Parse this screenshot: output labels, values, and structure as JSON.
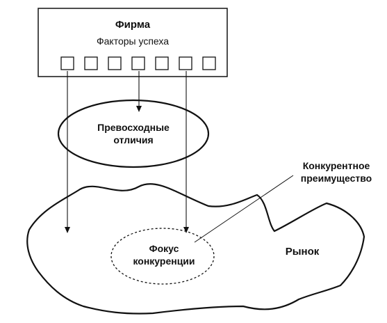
{
  "firm": {
    "title": "Фирма",
    "subtitle": "Факторы успеха",
    "factor_count": 7
  },
  "excellence": {
    "line1": "Превосходные",
    "line2": "отличия"
  },
  "advantage": {
    "line1": "Конкурентное",
    "line2": "преимущество"
  },
  "focus": {
    "line1": "Фокус",
    "line2": "конкуренции"
  },
  "market": {
    "label": "Рынок"
  }
}
